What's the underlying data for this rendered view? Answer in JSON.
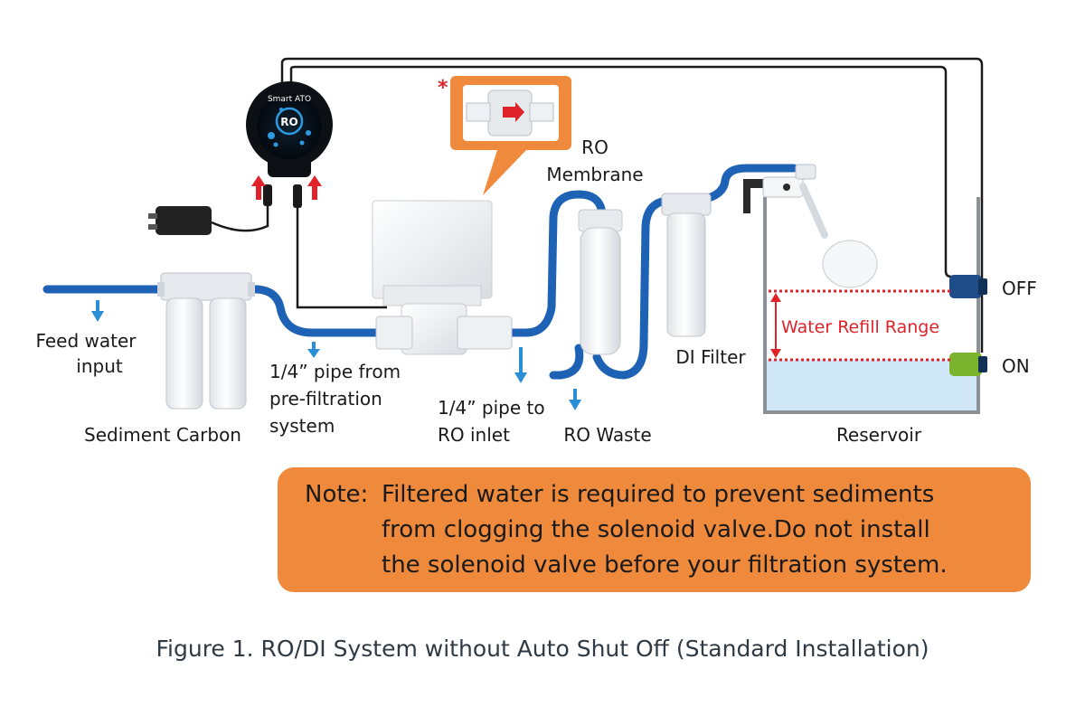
{
  "labels": {
    "feed_water": [
      "Feed water",
      "input"
    ],
    "sediment_carbon": "Sediment Carbon",
    "pipe_prefilter": [
      "1/4” pipe from",
      "pre-filtration",
      "system"
    ],
    "pipe_ro_inlet": [
      "1/4” pipe to",
      "RO inlet"
    ],
    "ro_membrane": [
      "RO",
      "Membrane"
    ],
    "ro_waste": "RO Waste",
    "di_filter": "DI Filter",
    "reservoir": "Reservoir",
    "water_refill_range": "Water Refill Range",
    "off": "OFF",
    "on": "ON",
    "controller_title": "Smart ATO",
    "controller_badge": "RO",
    "asterisk": "*"
  },
  "note": {
    "prefix": "Note:",
    "lines": [
      "Filtered water is required to prevent sediments",
      "from clogging the solenoid valve.Do not install",
      "the solenoid valve before your filtration system."
    ]
  },
  "caption": "Figure 1. RO/DI System without Auto Shut Off (Standard Installation)",
  "colors": {
    "pipe": "#1d62b4",
    "arrow_blue": "#2a8fd6",
    "arrow_red": "#e0232a",
    "refill_red": "#e0232a",
    "note_bg": "#ef8a3c",
    "water": "#cfe7f6"
  }
}
